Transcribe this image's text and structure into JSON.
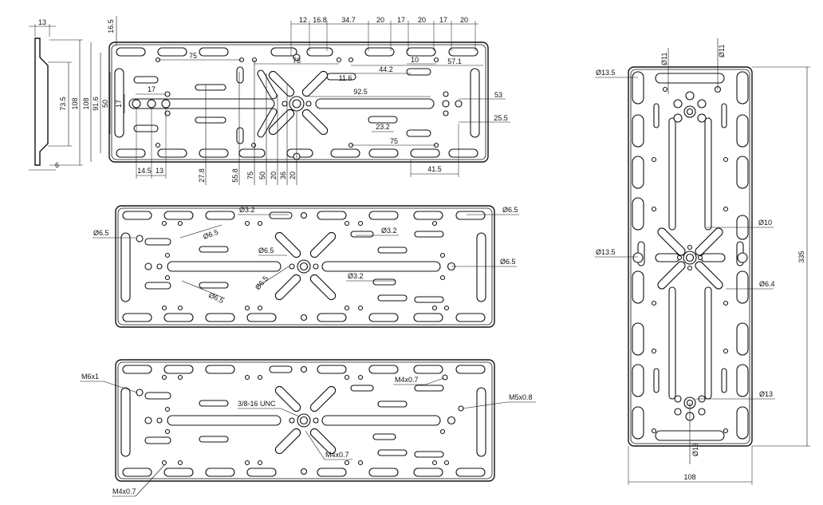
{
  "side_view": {
    "top_width": "13",
    "height_total": "108",
    "height_inner": "73.5",
    "thickness": "6"
  },
  "top_view": {
    "top_dims": [
      "12",
      "16.8",
      "34.7",
      "20",
      "17",
      "20",
      "17",
      "20"
    ],
    "top_left": "16.5",
    "d75_top": "75",
    "d76": "76",
    "d44_2": "44.2",
    "d10": "10",
    "d57_1": "57.1",
    "d11_6": "11.6",
    "d92_5": "92.5",
    "d53": "53",
    "d25_5": "25.5",
    "d23_2": "23.2",
    "d75_bottom": "75",
    "d41_5": "41.5",
    "left_108": "108",
    "left_91_6": "91.6",
    "left_50": "50",
    "left_17a": "17",
    "left_17b": "17",
    "bottom_14_5": "14.5",
    "bottom_13": "13",
    "verticals": [
      "27.8",
      "55.8",
      "75",
      "50",
      "20",
      "36",
      "20"
    ]
  },
  "mid_view": {
    "labels": [
      "Ø3.2",
      "Ø6.5",
      "Ø6.5",
      "Ø3.2",
      "Ø6.5",
      "Ø6.5",
      "Ø6.5",
      "Ø6.5",
      "Ø6.5",
      "Ø3.2"
    ]
  },
  "bottom_view": {
    "m6": "M6x1",
    "unc": "3/8-16 UNC",
    "m4a": "M4x0.7",
    "m5": "M5x0.8",
    "m4b": "M4x0.7",
    "m4c": "M4x0.7"
  },
  "right_view": {
    "d13_5_top": "Ø13.5",
    "d11a": "Ø11",
    "d11b": "Ø11",
    "d10": "Ø10",
    "d13_5_mid": "Ø13.5",
    "d6_4": "Ø6.4",
    "d13a": "Ø13",
    "d13b": "Ø13",
    "height": "335",
    "width": "108"
  }
}
